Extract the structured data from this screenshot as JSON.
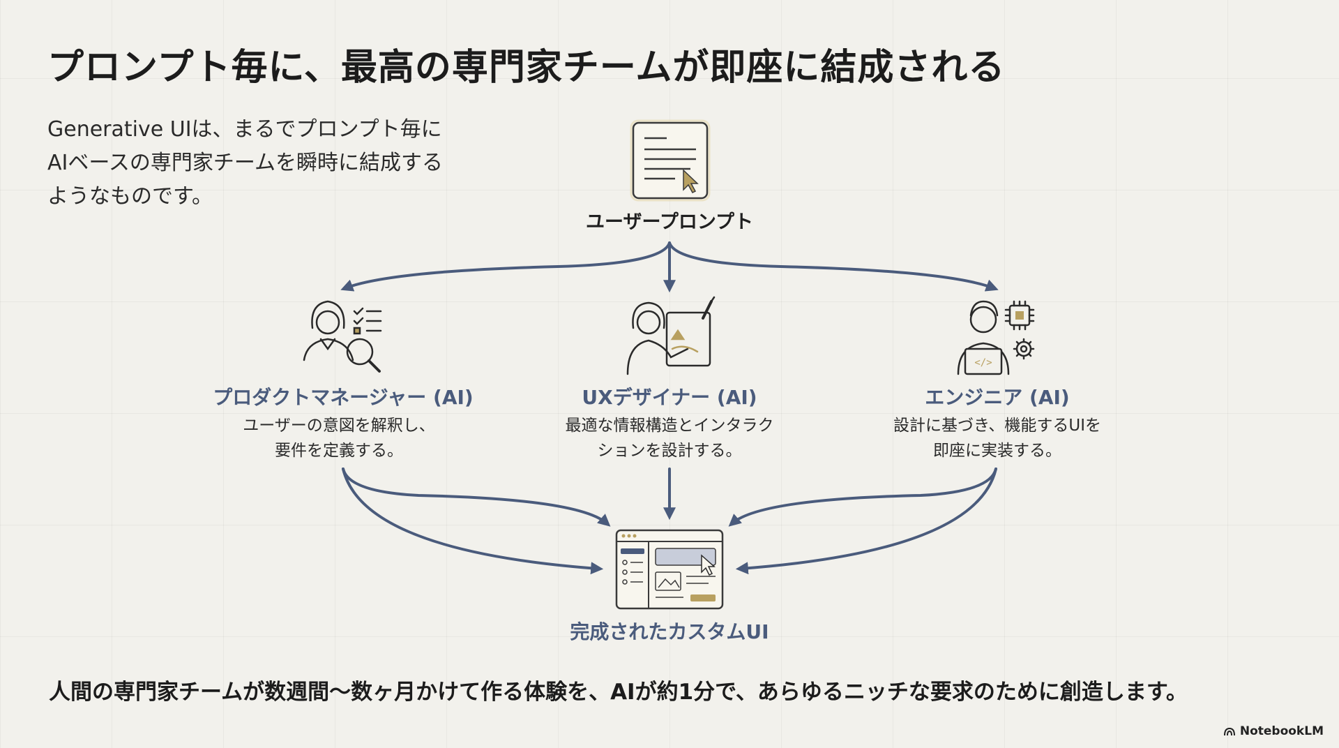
{
  "title": "プロンプト毎に、最高の専門家チームが即座に結成される",
  "intro": {
    "lines": [
      "Generative UIは、まるでプロンプト毎に",
      "AIベースの専門家チームを瞬時に結成する",
      "ようなものです。"
    ]
  },
  "diagram": {
    "input": {
      "label": "ユーザープロンプト",
      "icon": "document-cursor-icon"
    },
    "roles": [
      {
        "title": "プロダクトマネージャー (AI)",
        "desc": [
          "ユーザーの意図を解釈し、",
          "要件を定義する。"
        ],
        "icon": "product-manager-icon"
      },
      {
        "title": "UXデザイナー (AI)",
        "desc": [
          "最適な情報構造とインタラク",
          "ションを設計する。"
        ],
        "icon": "ux-designer-icon"
      },
      {
        "title": "エンジニア (AI)",
        "desc": [
          "設計に基づき、機能するUIを",
          "即座に実装する。"
        ],
        "icon": "engineer-icon"
      }
    ],
    "output": {
      "label": "完成されたカスタムUI",
      "icon": "custom-ui-window-icon"
    }
  },
  "footer": "人間の専門家チームが数週間〜数ヶ月かけて作る体験を、AIが約1分で、あらゆるニッチな要求のために創造します。",
  "brand": "NotebookLM",
  "colors": {
    "background": "#f2f1ec",
    "accent": "#4a5b7c",
    "gold": "#b8a060",
    "text": "#1c1c1c"
  }
}
